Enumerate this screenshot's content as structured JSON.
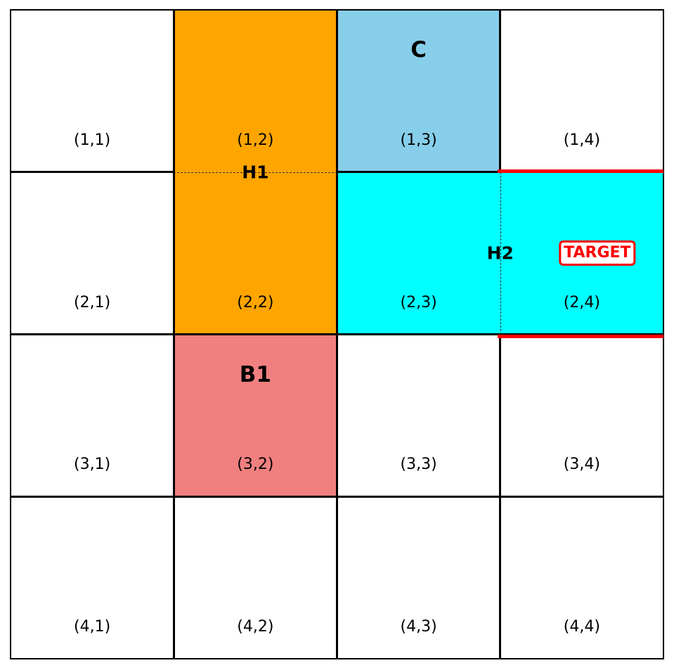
{
  "board": {
    "rows": 4,
    "cols": 4,
    "cells": [
      [
        "(1,1)",
        "(1,2)",
        "(1,3)",
        "(1,4)"
      ],
      [
        "(2,1)",
        "(2,2)",
        "(2,3)",
        "(2,4)"
      ],
      [
        "(3,1)",
        "(3,2)",
        "(3,3)",
        "(3,4)"
      ],
      [
        "(4,1)",
        "(4,2)",
        "(4,3)",
        "(4,4)"
      ]
    ]
  },
  "pieces": [
    {
      "id": "H1",
      "label": "H1",
      "row": 1,
      "col": 2,
      "row_span": 2,
      "col_span": 1,
      "color": "#ffa500",
      "orientation": "vertical"
    },
    {
      "id": "C",
      "label": "C",
      "row": 1,
      "col": 3,
      "row_span": 1,
      "col_span": 1,
      "color": "#87ceeb",
      "orientation": "single"
    },
    {
      "id": "H2",
      "label": "H2",
      "row": 2,
      "col": 3,
      "row_span": 1,
      "col_span": 2,
      "color": "#00ffff",
      "orientation": "horizontal"
    },
    {
      "id": "B1",
      "label": "B1",
      "row": 3,
      "col": 2,
      "row_span": 1,
      "col_span": 1,
      "color": "#f08080",
      "orientation": "single"
    }
  ],
  "target": {
    "label": "TARGET",
    "row": 2,
    "col": 4,
    "color": "#ff0000"
  }
}
